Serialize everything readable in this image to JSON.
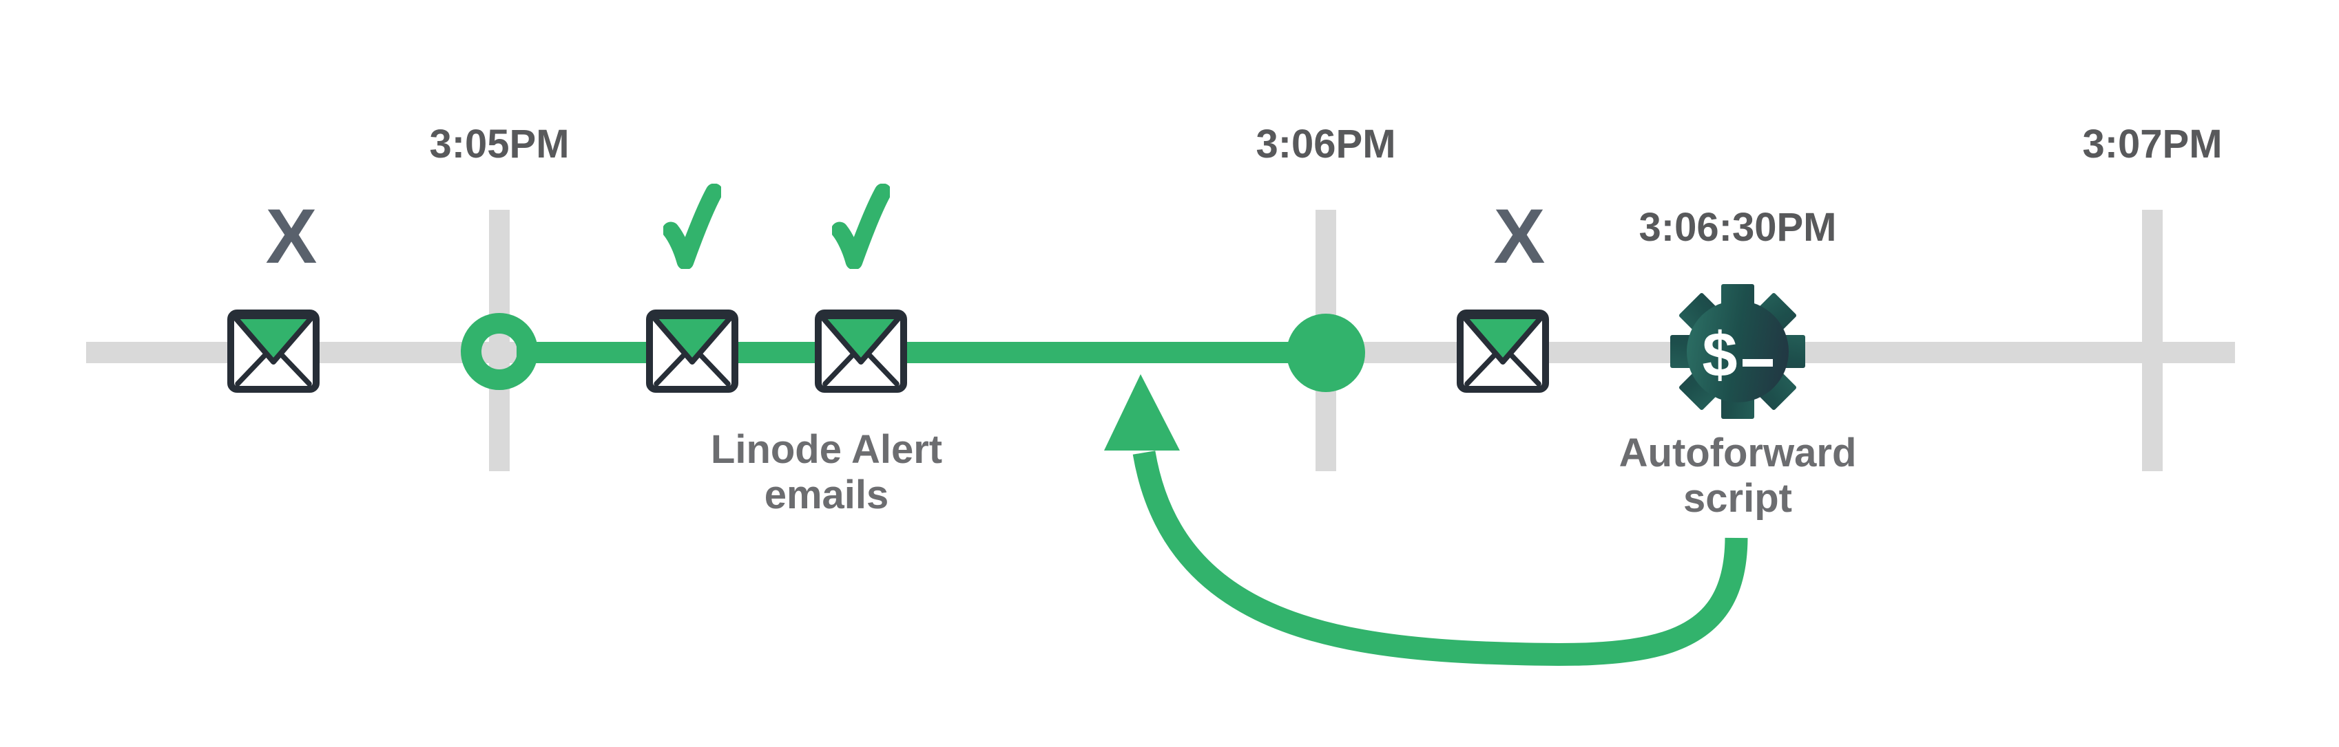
{
  "colors": {
    "background": "#ffffff",
    "track_gray": "#d9d9d9",
    "accent_green": "#32b36c",
    "time_label_text": "#58595b",
    "caption_text": "#6c6d70",
    "x_mark_gray": "#59616c",
    "envelope_outline": "#272e37",
    "envelope_flap_green": "#32b36c",
    "gear_gradient_start": "#2f7569",
    "gear_gradient_mid": "#1d4f4c",
    "gear_gradient_end": "#233140"
  },
  "timeline": {
    "ticks": [
      {
        "label": "3:05PM"
      },
      {
        "label": "3:06PM"
      },
      {
        "label": "3:07PM"
      }
    ],
    "start_marker": "open-circle",
    "end_marker": "filled-dot"
  },
  "events": {
    "blocked_email_1": {
      "icon": "envelope-icon",
      "mark": "X"
    },
    "alert_email_1": {
      "icon": "envelope-icon",
      "status_icon": "checkmark-icon"
    },
    "alert_email_2": {
      "icon": "envelope-icon",
      "status_icon": "checkmark-icon"
    },
    "blocked_email_2": {
      "icon": "envelope-icon",
      "mark": "X"
    },
    "autoforward_script": {
      "icon": "gear-terminal-icon",
      "time": "3:06:30PM",
      "terminal_glyph": "$"
    }
  },
  "captions": {
    "alert_emails_line1": "Linode Alert",
    "alert_emails_line2": "emails",
    "autoforward_line1": "Autoforward",
    "autoforward_line2": "script"
  }
}
